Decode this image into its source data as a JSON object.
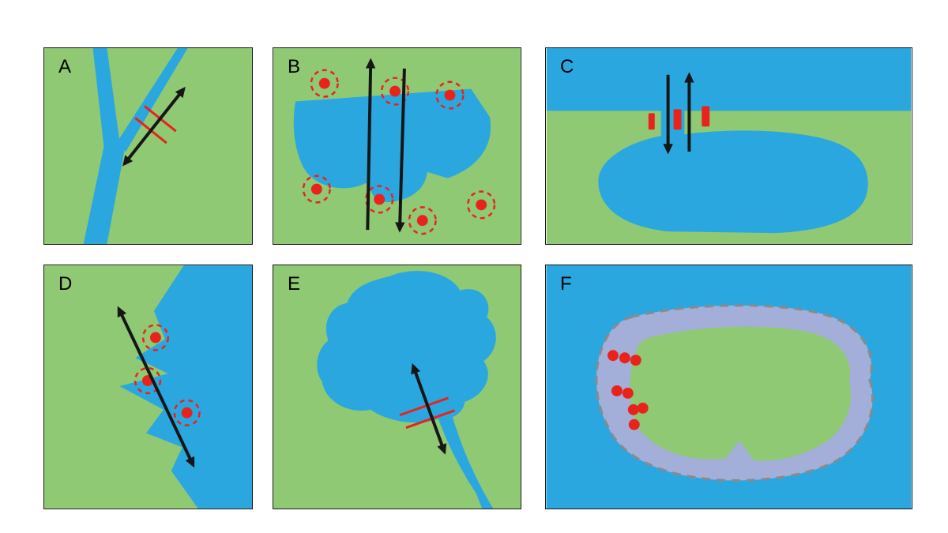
{
  "figure": {
    "background": "#FFFFFF",
    "panels": [
      {
        "label": "A"
      },
      {
        "label": "B"
      },
      {
        "label": "C"
      },
      {
        "label": "D"
      },
      {
        "label": "E"
      },
      {
        "label": "F"
      }
    ]
  },
  "colors": {
    "land": "#8FC973",
    "water": "#2BA7E0",
    "marker": "#E8231C",
    "arrow": "#161616",
    "buffer": "#A3AFD9",
    "boundary": "#8A8A8A",
    "panel_border": "#1A1A1A",
    "label_text": "#000000"
  }
}
